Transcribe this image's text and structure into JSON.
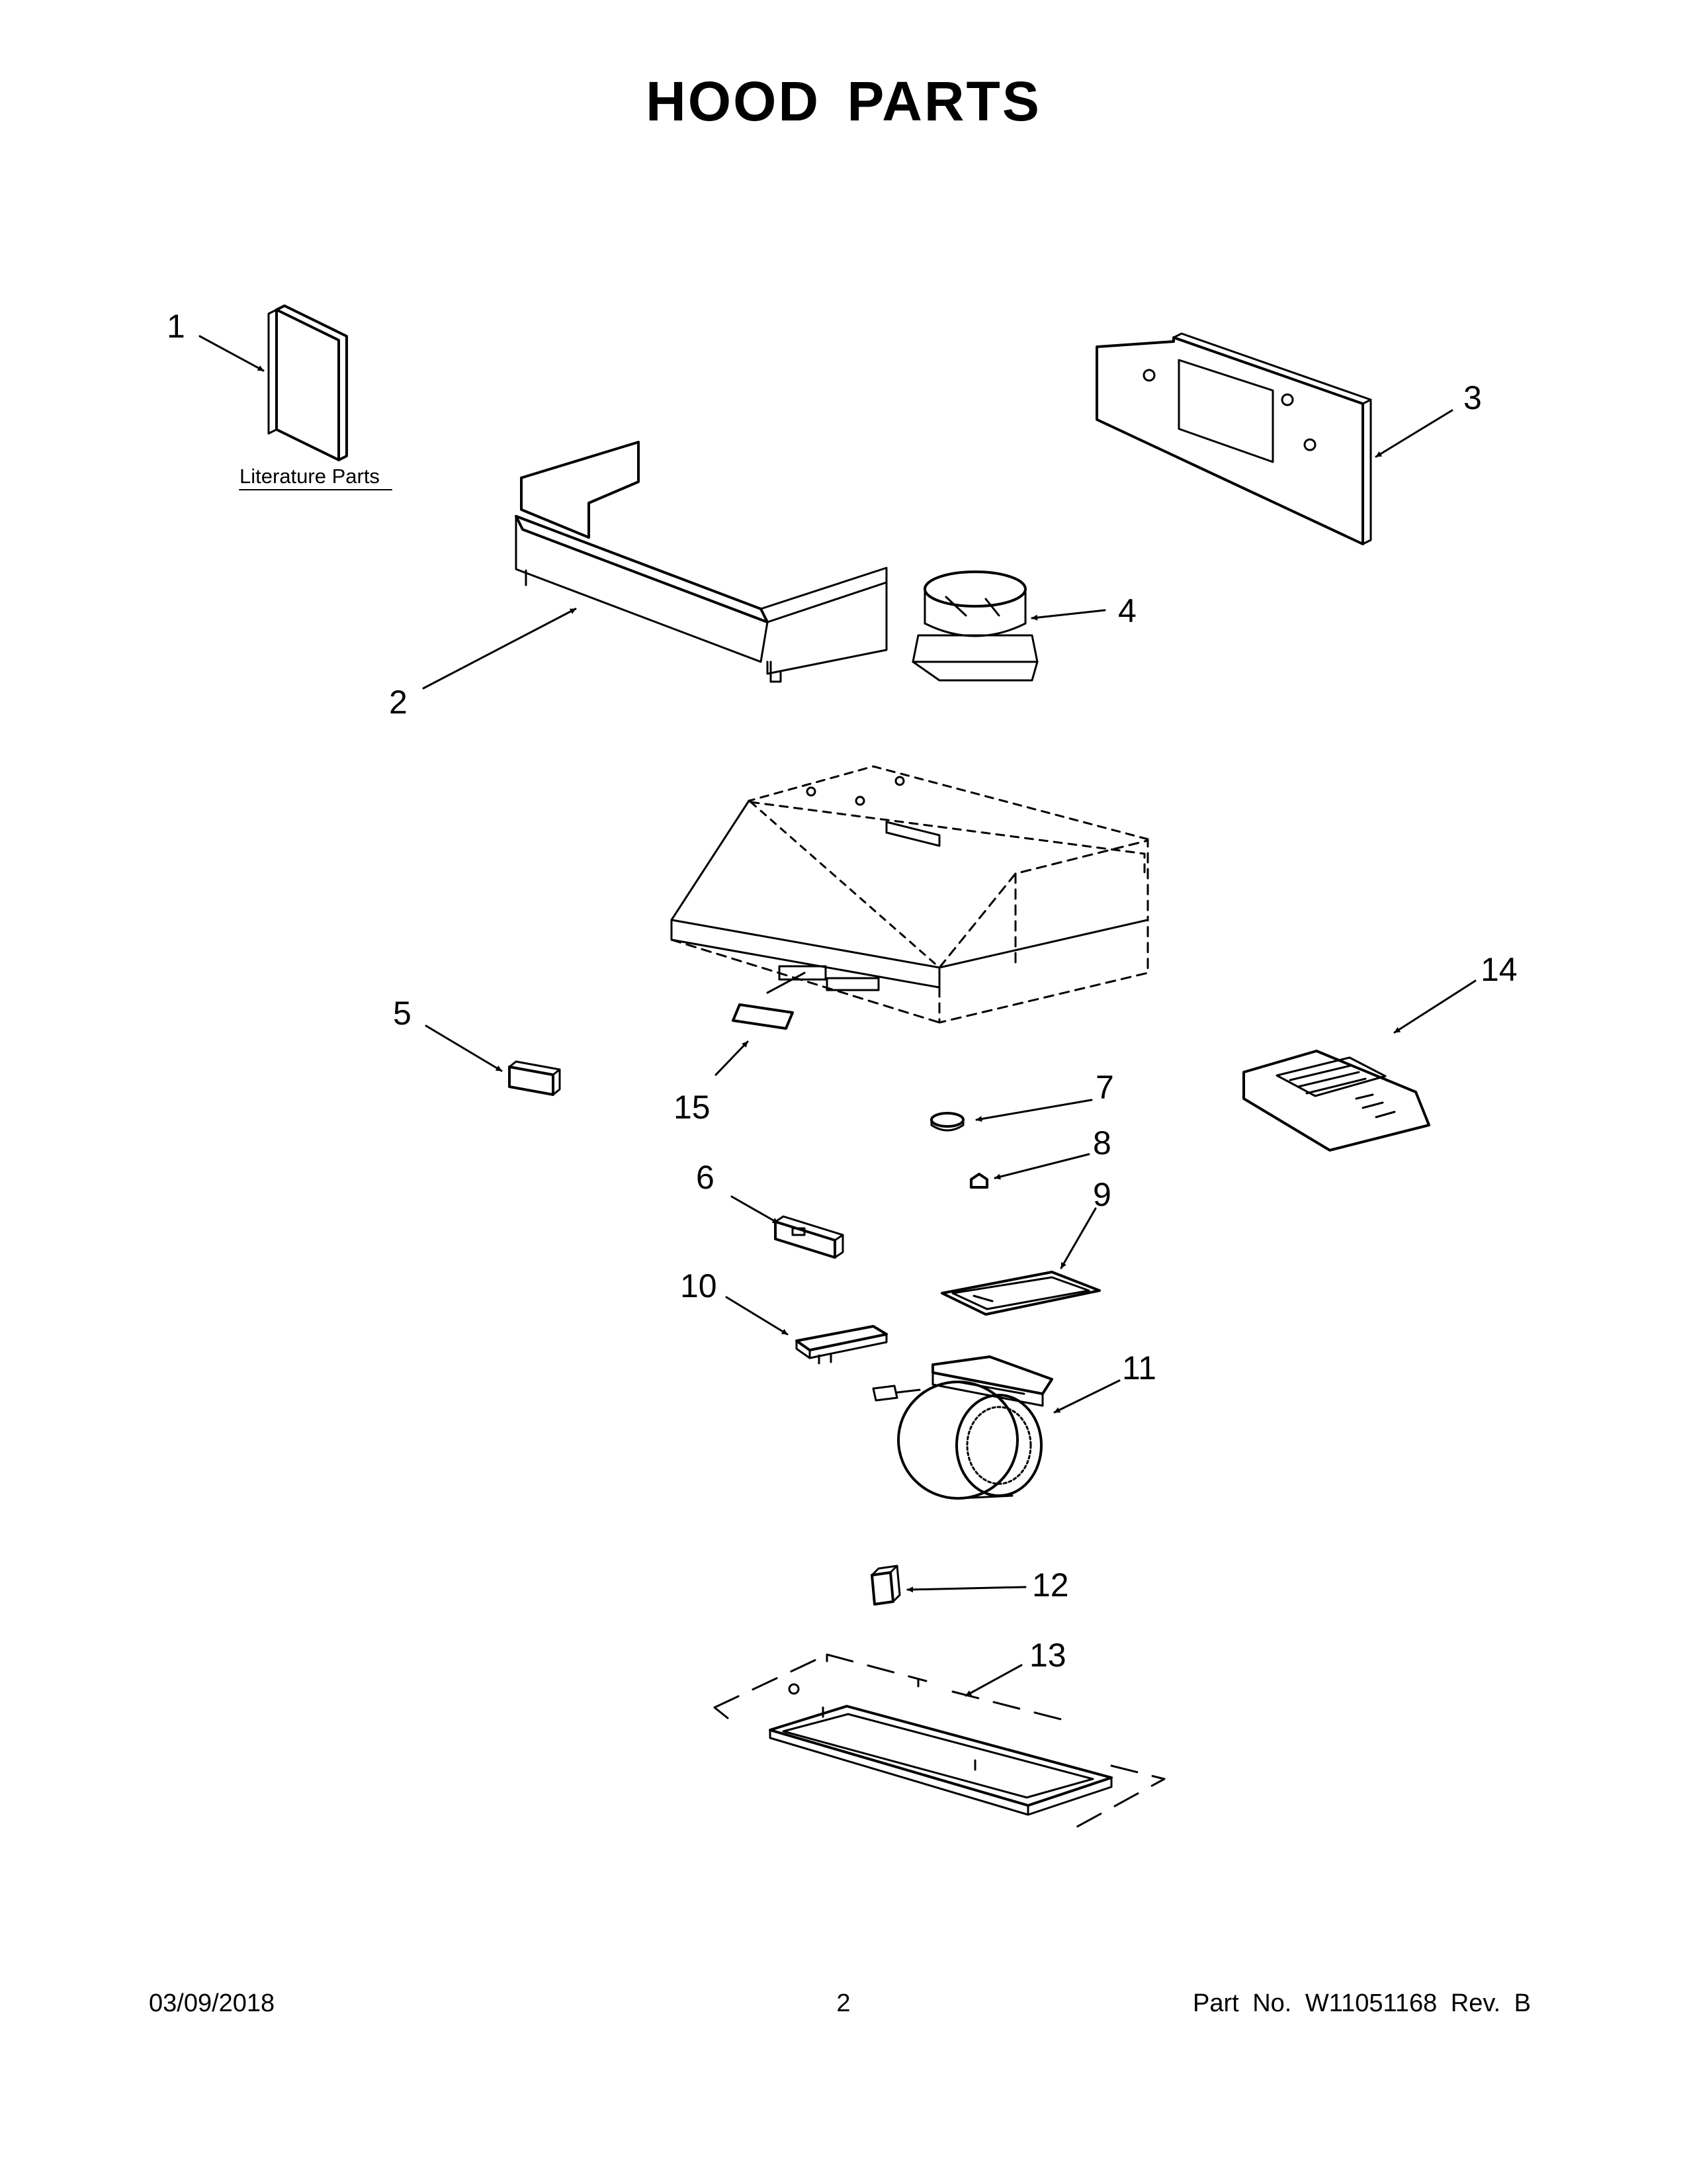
{
  "header": {
    "title": "HOOD PARTS"
  },
  "diagram": {
    "literature_label": "Literature Parts",
    "callouts": [
      "1",
      "2",
      "3",
      "4",
      "5",
      "6",
      "7",
      "8",
      "9",
      "10",
      "11",
      "12",
      "13",
      "14",
      "15"
    ]
  },
  "footer": {
    "date": "03/09/2018",
    "page": "2",
    "part_number": "Part No.  W11051168  Rev.  B"
  }
}
